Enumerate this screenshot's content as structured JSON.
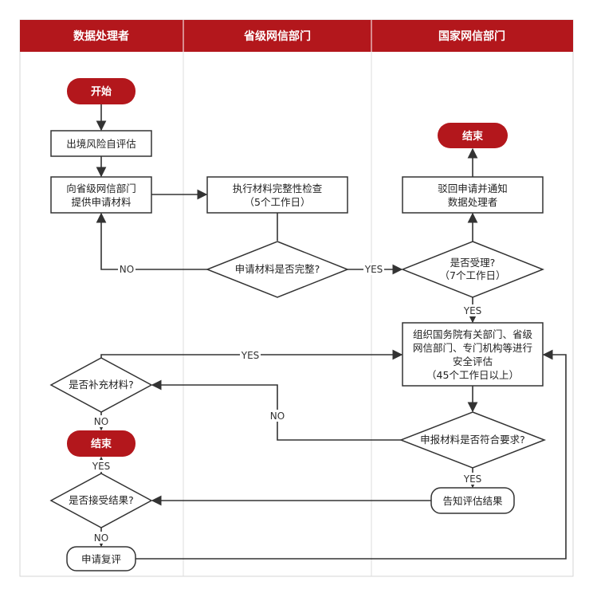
{
  "lanes": {
    "data_handler": "数据处理者",
    "provincial": "省级网信部门",
    "national": "国家网信部门"
  },
  "nodes": {
    "start": "开始",
    "self_assessment": "出境风险自评估",
    "submit_1": "向省级网信部门",
    "submit_2": "提供申请材料",
    "check_1": "执行材料完整性检查",
    "check_2": "（5个工作日）",
    "complete_q": "申请材料是否完整?",
    "accept_q_1": "是否受理?",
    "accept_q_2": "（7个工作日）",
    "reject_1": "驳回申请并通知",
    "reject_2": "数据处理者",
    "end_top": "结束",
    "eval_1": "组织国务院有关部门、省级",
    "eval_2": "网信部门、专门机构等进行",
    "eval_3": "安全评估",
    "eval_4": "（45个工作日以上）",
    "meets_q": "申报材料是否符合要求?",
    "notify": "告知评估结果",
    "supplement_q": "是否补充材料?",
    "end_left": "结束",
    "accept_result_q": "是否接受结果?",
    "review": "申请复评"
  },
  "edge_labels": {
    "no_incomplete": "NO",
    "yes_complete": "YES",
    "yes_accepted": "YES",
    "yes_supplement": "YES",
    "no_requirements": "NO",
    "no_supplement": "NO",
    "yes_accept_result": "YES",
    "yes_meets": "YES",
    "no_accept_result": "NO"
  },
  "colors": {
    "header": "#b3171c",
    "terminal": "#b3171c",
    "line": "#333333"
  }
}
